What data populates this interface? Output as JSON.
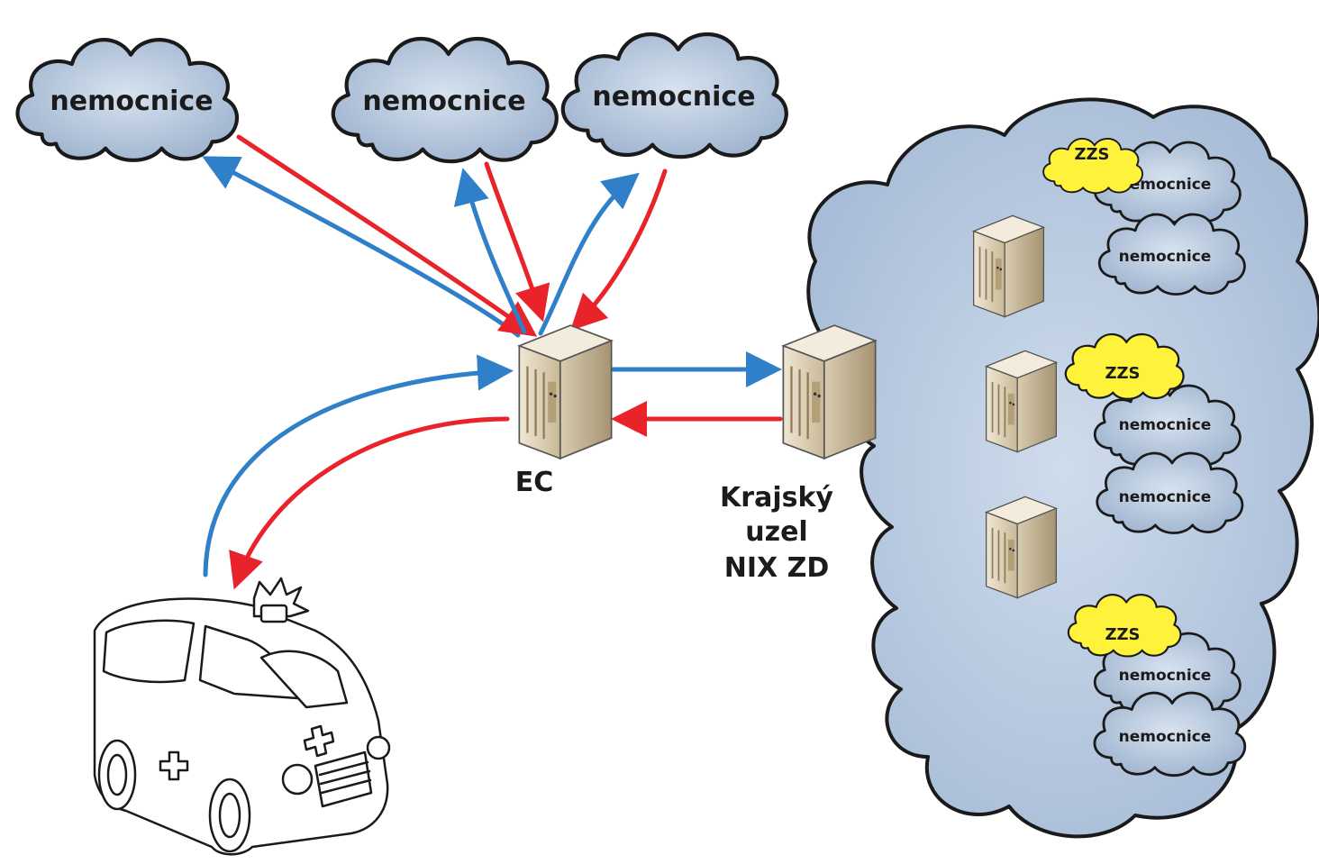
{
  "diagram": {
    "hospital_big_1": "nemocnice",
    "hospital_big_2": "nemocnice",
    "hospital_big_3": "nemocnice",
    "ec_label": "EC",
    "regional_node_label_1": "Krajský",
    "regional_node_label_2": "uzel",
    "regional_node_label_3": "NIX ZD",
    "zzs_1": "ZZS",
    "zzs_2": "ZZS",
    "zzs_3": "ZZS",
    "small_hospitals": [
      "nemocnice",
      "nemocnice",
      "nemocnice",
      "nemocnice",
      "nemocnice",
      "nemocnice"
    ]
  },
  "colors": {
    "request_arrow": "#2f7fc9",
    "response_arrow": "#e8232a",
    "cloud_fill": "#a9bdd6",
    "big_cloud_fill": "#b9cce2",
    "zzs_fill": "#fff23a"
  }
}
